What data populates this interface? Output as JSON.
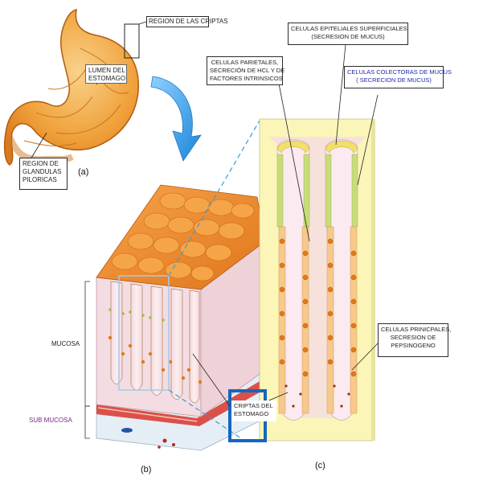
{
  "labels": {
    "region_criptas": "REGION DE LAS CRIPTAS",
    "lumen_line1": "LUMEN DEL",
    "lumen_line2": "ESTOMAGO",
    "glandulas_line1": "REGION DE",
    "glandulas_line2": "GLANDULAS",
    "glandulas_line3": "PILORICAS",
    "epiteliales_line1": "CELULAS EPITELIALES SUPERFICIALES",
    "epiteliales_line2": "(SECRESION DE MUCUS)",
    "parietales_line1": "CELULAS PARIETALES,",
    "parietales_line2": "SECRECIÓN DE HCl Y DE",
    "parietales_line3": "FACTORES INTRINSICOS",
    "colectoras_line1": "CELULAS COLECTORAS DE MUCUS",
    "colectoras_line2": "( SECRECION DE MUCUS)",
    "principales_line1": "CELULAS PRINICPALES,",
    "principales_line2": "SECRESION DE",
    "principales_line3": "PEPSINOGENO",
    "criptas_line1": "CRIPTAS DEL",
    "criptas_line2": "ESTOMAGO",
    "mucosa": "MUCOSA",
    "submucosa": "SUB MUCOSA"
  },
  "panel_tags": {
    "a": "(a)",
    "b": "(b)",
    "c": "(c)"
  },
  "colors": {
    "colectoras_text": "#1f2aa8",
    "submucosa_text": "#7a2a8c",
    "arrow": "#2b9be0",
    "panel_c_bg": "#fbf6b8",
    "criptas_frame": "#1565c0",
    "stomach_fill": "#f0a23c",
    "parietal_cell": "#e07a18",
    "mucous_cell": "#c9dc7a"
  }
}
